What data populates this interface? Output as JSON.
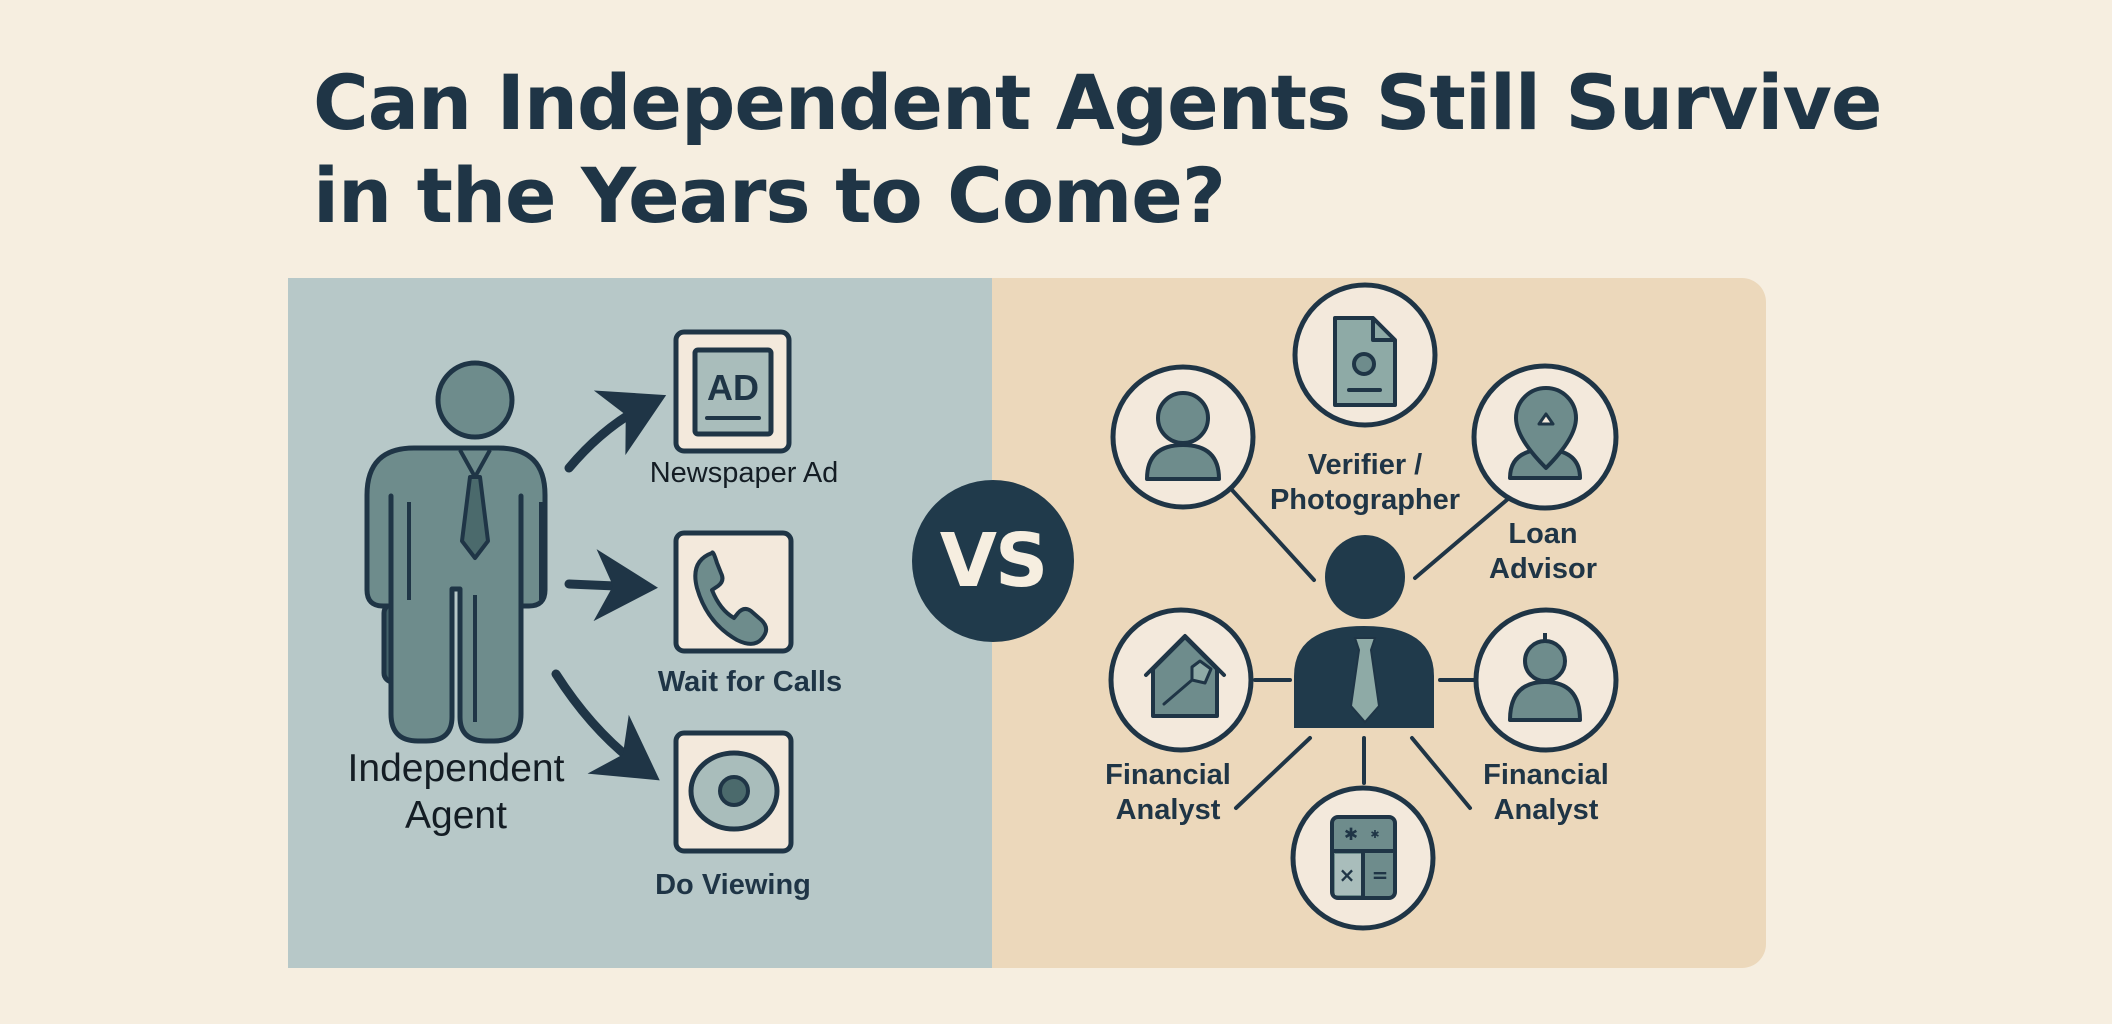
{
  "title": "Can Independent Agents Still Survive\nin the Years to Come?",
  "colors": {
    "background": "#f6eee0",
    "left_panel": "#b7c8c8",
    "right_panel": "#ecd8bb",
    "ink": "#1f3546",
    "icon_fill": "#6e8c8c",
    "icon_box": "#f3e9dc"
  },
  "left": {
    "figure_label": "Independent\nAgent",
    "figure_icon": "businessman-with-briefcase-icon",
    "steps": [
      {
        "label": "Newspaper Ad",
        "icon": "newspaper-ad-icon",
        "icon_text": "AD"
      },
      {
        "label": "Wait for Calls",
        "icon": "phone-icon"
      },
      {
        "label": "Do Viewing",
        "icon": "eye-viewing-icon"
      }
    ]
  },
  "vs_label": "VS",
  "right": {
    "center_icon": "team-lead-person-icon",
    "nodes": [
      {
        "position": "top-left",
        "icon": "person-icon",
        "label": ""
      },
      {
        "position": "top",
        "icon": "document-photo-icon",
        "label": "Verifier /\nPhotographer"
      },
      {
        "position": "top-right",
        "icon": "location-person-icon",
        "label": "Loan\nAdvisor"
      },
      {
        "position": "middle-left",
        "icon": "house-hammer-icon",
        "label": "Financial\nAnalyst"
      },
      {
        "position": "middle-right",
        "icon": "person-icon",
        "label": "Financial\nAnalyst"
      },
      {
        "position": "bottom",
        "icon": "calculator-icon",
        "label": ""
      }
    ]
  }
}
